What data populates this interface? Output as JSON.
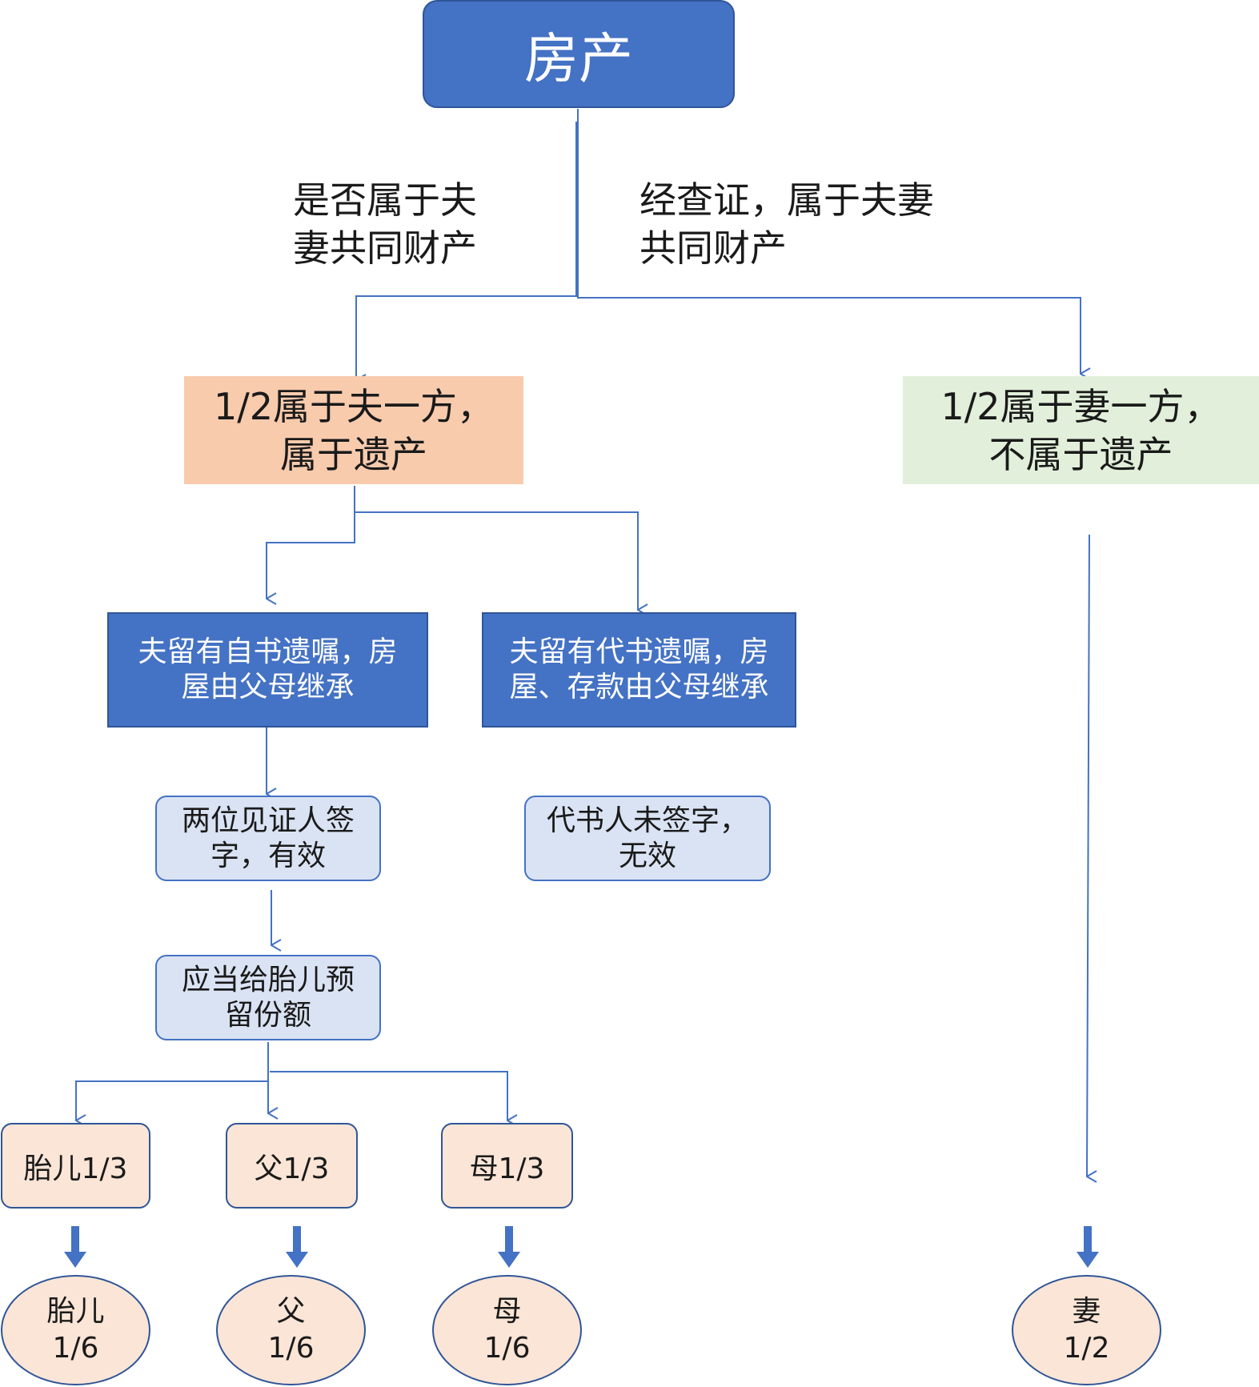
{
  "nodes": {
    "root": "房产",
    "husband_half": "1/2属于夫一方，\n属于遗产",
    "wife_half": "1/2属于妻一方，\n不属于遗产",
    "self_written_will": "夫留有自书遗嘱，房\n屋由父母继承",
    "proxy_written_will": "夫留有代书遗嘱，房\n屋、存款由父母继承",
    "two_witnesses": "两位见证人签\n字，有效",
    "proxy_unsigned": "代书人未签字，\n无效",
    "fetus_reserve": "应当给胎儿预\n留份额",
    "fetus_third": "胎儿1/3",
    "father_third": "父1/3",
    "mother_third": "母1/3",
    "fetus_final": "胎儿\n1/6",
    "father_final": "父\n1/6",
    "mother_final": "母\n1/6",
    "wife_final": "妻\n1/2"
  },
  "edge_labels": {
    "left_question": "是否属于夫\n妻共同财产",
    "right_answer": "经查证，属于夫妻\n共同财产"
  },
  "colors": {
    "line": "#4472c4",
    "dark_blue": "#4472c4",
    "orange": "#f8cbad",
    "green": "#e2efda",
    "pale_blue": "#dae3f3",
    "peach": "#fbe5d6"
  }
}
